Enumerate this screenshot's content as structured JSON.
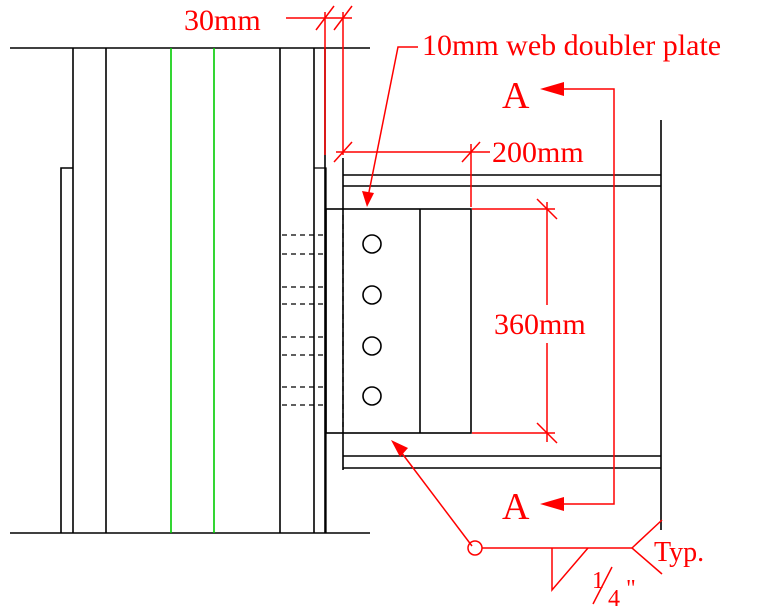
{
  "annotations": {
    "dim_30": "30mm",
    "web_doubler": "10mm web doubler plate",
    "dim_200": "200mm",
    "dim_360": "360mm",
    "section_top": "A",
    "section_bottom": "A",
    "weld_typ": "Typ.",
    "weld_size_num": "1",
    "weld_size_den": "4",
    "weld_size_unit": "\""
  },
  "colors": {
    "steel_lines": "#000000",
    "column_web": "#00cc00",
    "annotations": "#ff0000",
    "background": "#ffffff"
  },
  "counts": {
    "bolts": 4
  }
}
